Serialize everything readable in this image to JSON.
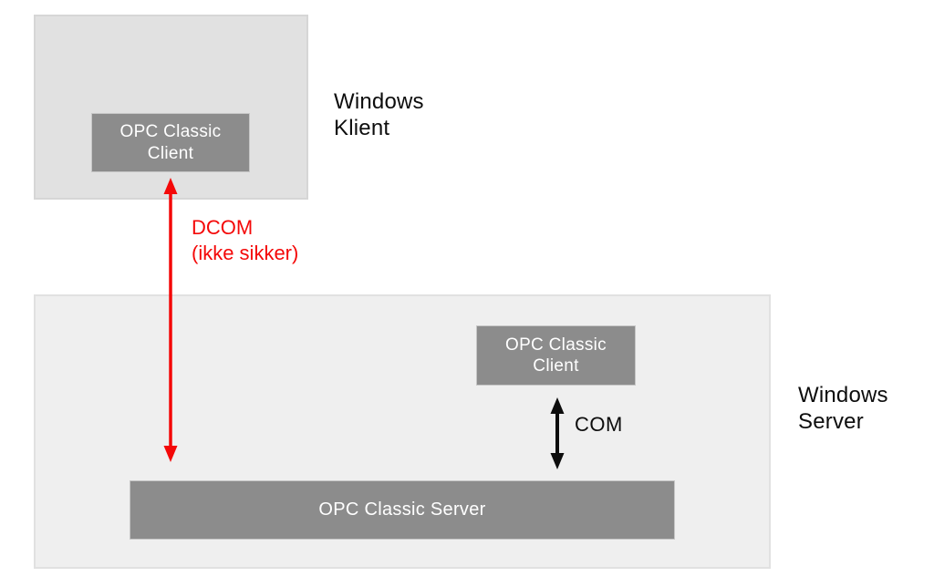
{
  "diagram": {
    "zones": {
      "top": {
        "label": "Windows\nKlient"
      },
      "bottom": {
        "label": "Windows\nServer"
      }
    },
    "nodes": {
      "top_client": {
        "label": "OPC Classic\nClient"
      },
      "inner_client": {
        "label": "OPC Classic\nClient"
      },
      "server": {
        "label": "OPC Classic Server"
      }
    },
    "connections": {
      "dcom": {
        "label": "DCOM\n(ikke sikker)"
      },
      "com": {
        "label": "COM"
      }
    }
  },
  "colors": {
    "red_arrow": "#f40808",
    "black_arrow": "#0d0d0d",
    "node_fill": "#8c8c8c",
    "zone_top_fill": "#e1e1e1",
    "zone_bottom_fill": "#efefef",
    "node_text": "#ffffff"
  }
}
